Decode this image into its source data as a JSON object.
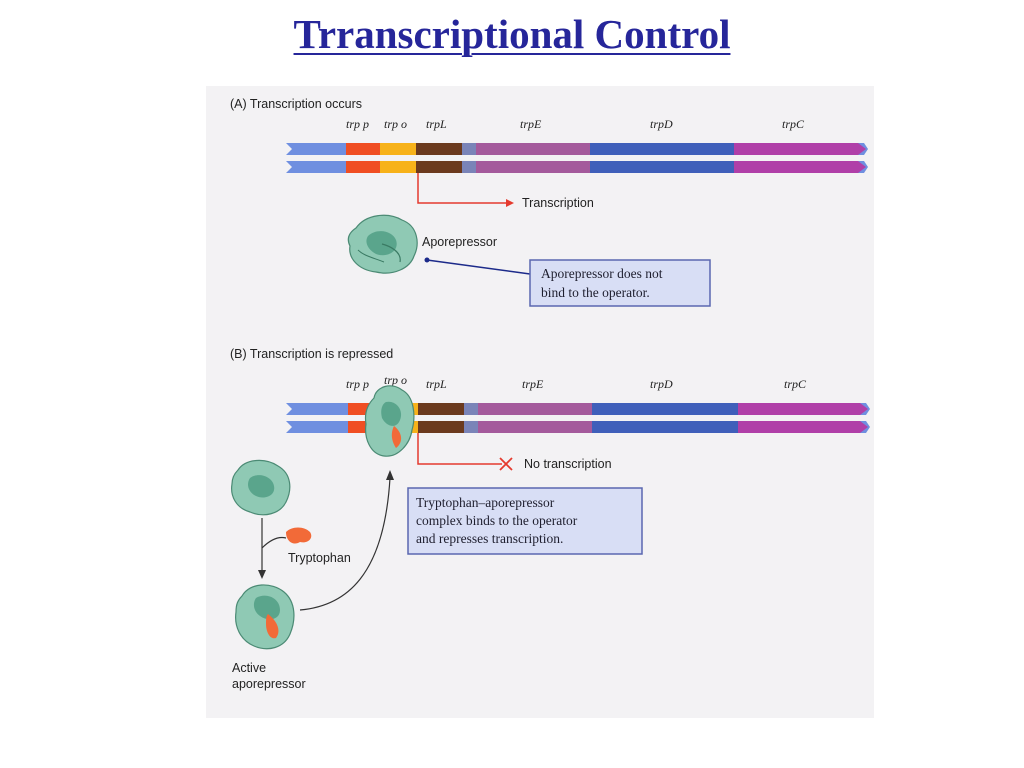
{
  "title": "Trranscriptional Control",
  "panel_a": {
    "heading": "(A)  Transcription occurs",
    "genes": [
      "trp p",
      "trp o",
      "trpL",
      "trpE",
      "trpD",
      "trpC"
    ],
    "transcription_label": "Transcription",
    "aporepressor_label": "Aporepressor",
    "callout": [
      "Aporepressor does not",
      "bind to the operator."
    ]
  },
  "panel_b": {
    "heading": "(B)  Transcription is repressed",
    "genes": [
      "trp p",
      "trp o",
      "trpL",
      "trpE",
      "trpD",
      "trpC"
    ],
    "no_transcription_label": "No transcription",
    "tryptophan_label": "Tryptophan",
    "active_label_line1": "Active",
    "active_label_line2": "aporepressor",
    "callout": [
      "Tryptophan–aporepressor",
      "complex binds to the operator",
      "and represses transcription."
    ]
  },
  "colors": {
    "title": "#26269a",
    "promoter": "#f04e23",
    "operator": "#f7b21a",
    "trpL": "#6b3a1e",
    "trpE": "#a45a9c",
    "trpD": "#3f5fba",
    "trpC": "#b03fa8",
    "flank": "#6f8fe0",
    "repressor": "#8fc9b4",
    "tryptophan": "#f26a38",
    "callout_fill": "#d8def5",
    "callout_border": "#5a67b0"
  }
}
